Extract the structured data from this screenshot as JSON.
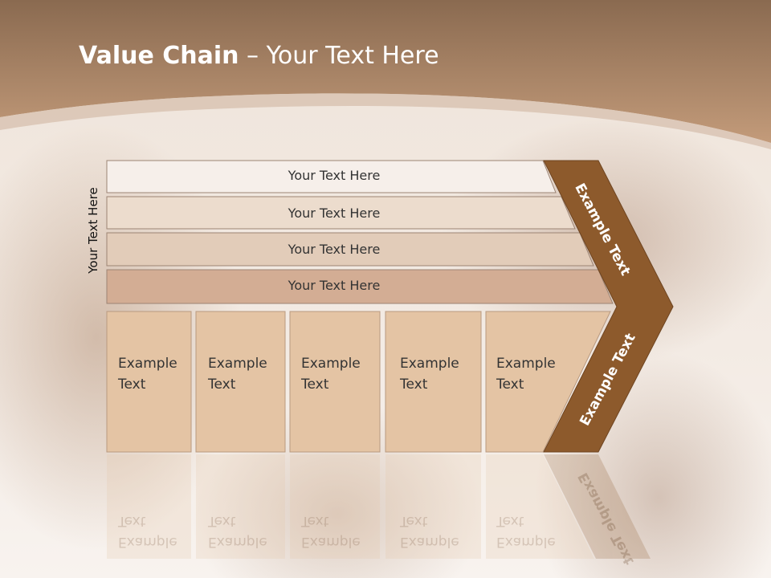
{
  "title": {
    "bold": "Value Chain",
    "rest": " – Your Text Here"
  },
  "side_label": "Your Text Here",
  "support_bars": [
    {
      "label": "Your Text Here"
    },
    {
      "label": "Your Text Here"
    },
    {
      "label": "Your Text Here"
    },
    {
      "label": "Your Text Here"
    }
  ],
  "primary_columns": [
    {
      "line1": "Example",
      "line2": "Text"
    },
    {
      "line1": "Example",
      "line2": "Text"
    },
    {
      "line1": "Example",
      "line2": "Text"
    },
    {
      "line1": "Example",
      "line2": "Text"
    },
    {
      "line1": "Example",
      "line2": "Text"
    }
  ],
  "arrow": {
    "upper_label": "Example Text",
    "lower_label": "Example Text"
  },
  "colors": {
    "header_top": "#8a6a50",
    "header_bottom": "#c39b7a",
    "arrow_fill": "#8d5a2c",
    "bar_fills": [
      "#f6efea",
      "#ecdccd",
      "#e2ccb9",
      "#d3ad94"
    ],
    "column_fill": "#e4c4a4"
  }
}
